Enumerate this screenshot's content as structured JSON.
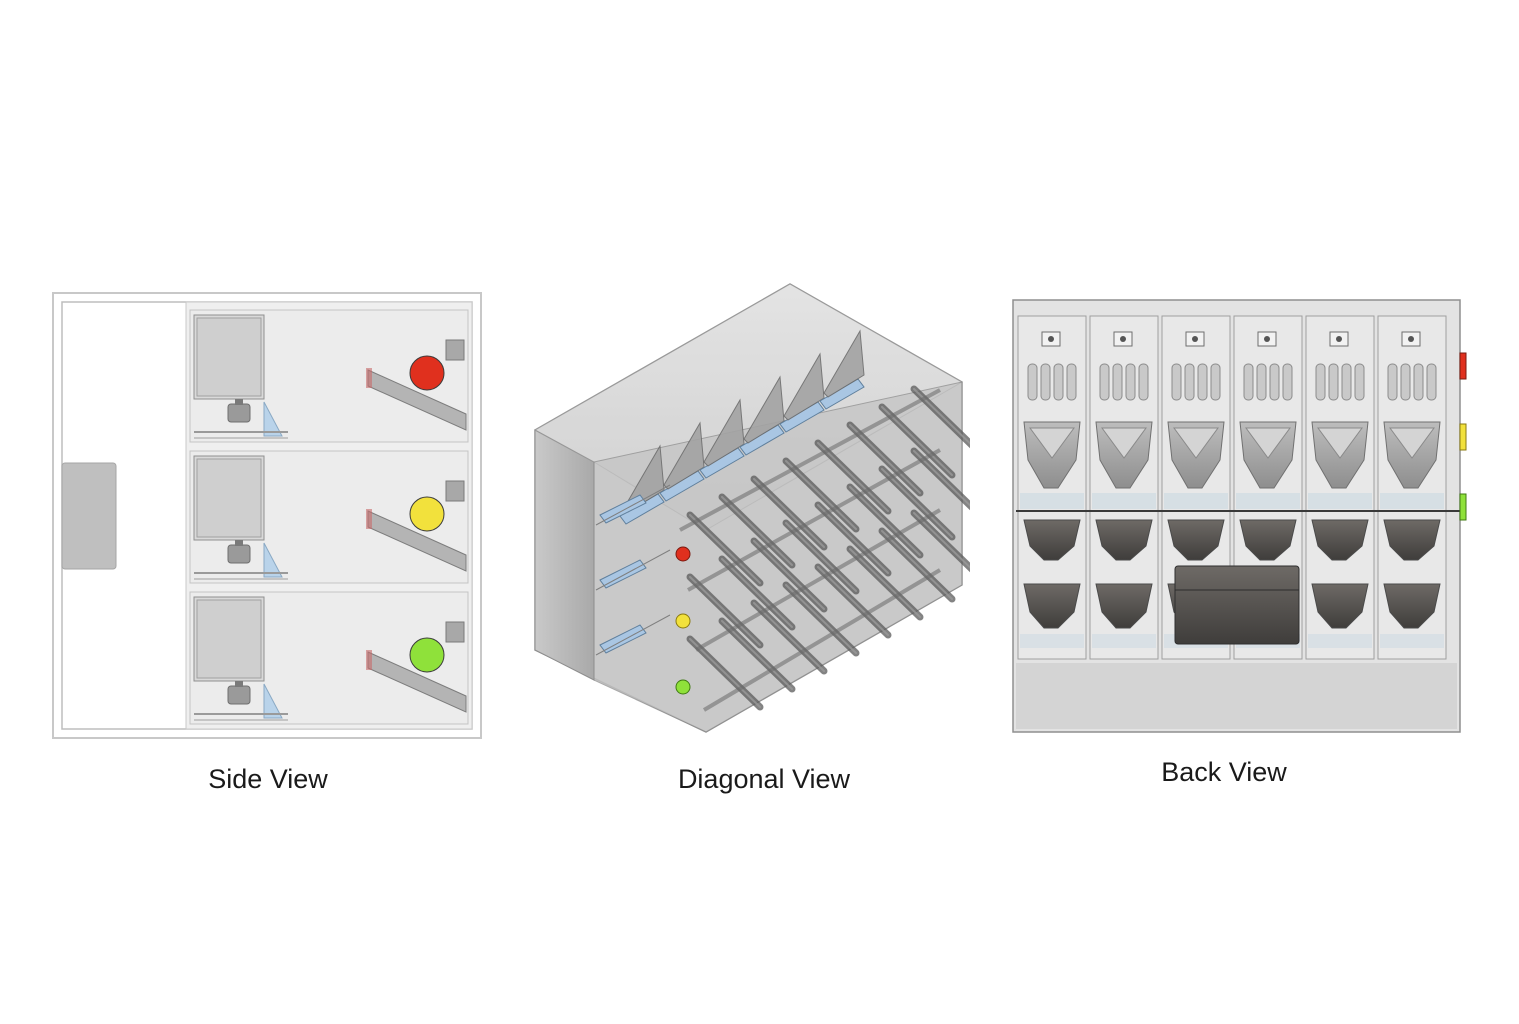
{
  "views": {
    "side": {
      "caption": "Side View"
    },
    "diagonal": {
      "caption": "Diagonal View"
    },
    "back": {
      "caption": "Back View"
    }
  },
  "indicator_colors": {
    "red": "#e0301e",
    "yellow": "#f2e13c",
    "green": "#8fe13a"
  },
  "shelf_levels": 3,
  "back_columns": 6
}
